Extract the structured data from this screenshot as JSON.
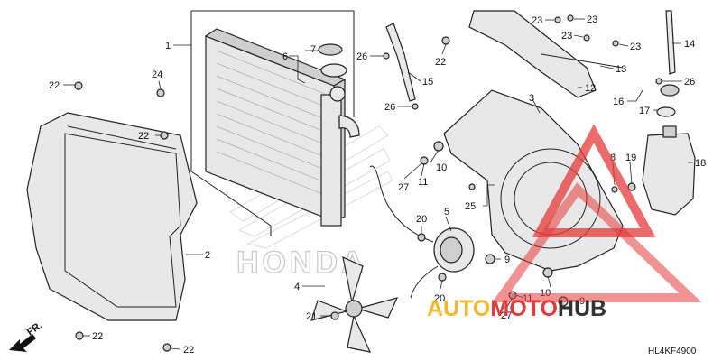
{
  "diagram": {
    "code": "HL4KF4900",
    "direction_label": "FR.",
    "brand_watermark": "HONDA",
    "watermark": {
      "part1": "AUTO",
      "part2": "MOTO",
      "part3": "HUB",
      "colors": {
        "auto": "#f2b733",
        "moto": "#e53a3a",
        "hub": "#333333"
      }
    },
    "callouts": [
      {
        "id": "c1",
        "label": "1"
      },
      {
        "id": "c2",
        "label": "2"
      },
      {
        "id": "c3",
        "label": "3"
      },
      {
        "id": "c4",
        "label": "4"
      },
      {
        "id": "c5",
        "label": "5"
      },
      {
        "id": "c6",
        "label": "6"
      },
      {
        "id": "c7",
        "label": "7"
      },
      {
        "id": "c8",
        "label": "8"
      },
      {
        "id": "c9a",
        "label": "9"
      },
      {
        "id": "c9b",
        "label": "9"
      },
      {
        "id": "c10a",
        "label": "10"
      },
      {
        "id": "c10b",
        "label": "10"
      },
      {
        "id": "c11a",
        "label": "11"
      },
      {
        "id": "c11b",
        "label": "11"
      },
      {
        "id": "c12",
        "label": "12"
      },
      {
        "id": "c13",
        "label": "13"
      },
      {
        "id": "c14",
        "label": "14"
      },
      {
        "id": "c15",
        "label": "15"
      },
      {
        "id": "c16",
        "label": "16"
      },
      {
        "id": "c17",
        "label": "17"
      },
      {
        "id": "c18",
        "label": "18"
      },
      {
        "id": "c19",
        "label": "19"
      },
      {
        "id": "c20a",
        "label": "20"
      },
      {
        "id": "c20b",
        "label": "20"
      },
      {
        "id": "c21",
        "label": "21"
      },
      {
        "id": "c22a",
        "label": "22"
      },
      {
        "id": "c22b",
        "label": "22"
      },
      {
        "id": "c22c",
        "label": "22"
      },
      {
        "id": "c22d",
        "label": "22"
      },
      {
        "id": "c22e",
        "label": "22"
      },
      {
        "id": "c23a",
        "label": "23"
      },
      {
        "id": "c23b",
        "label": "23"
      },
      {
        "id": "c23c",
        "label": "23"
      },
      {
        "id": "c23d",
        "label": "23"
      },
      {
        "id": "c24",
        "label": "24"
      },
      {
        "id": "c25",
        "label": "25"
      },
      {
        "id": "c26a",
        "label": "26"
      },
      {
        "id": "c26b",
        "label": "26"
      },
      {
        "id": "c26c",
        "label": "26"
      },
      {
        "id": "c27a",
        "label": "27"
      },
      {
        "id": "c27b",
        "label": "27"
      }
    ]
  }
}
